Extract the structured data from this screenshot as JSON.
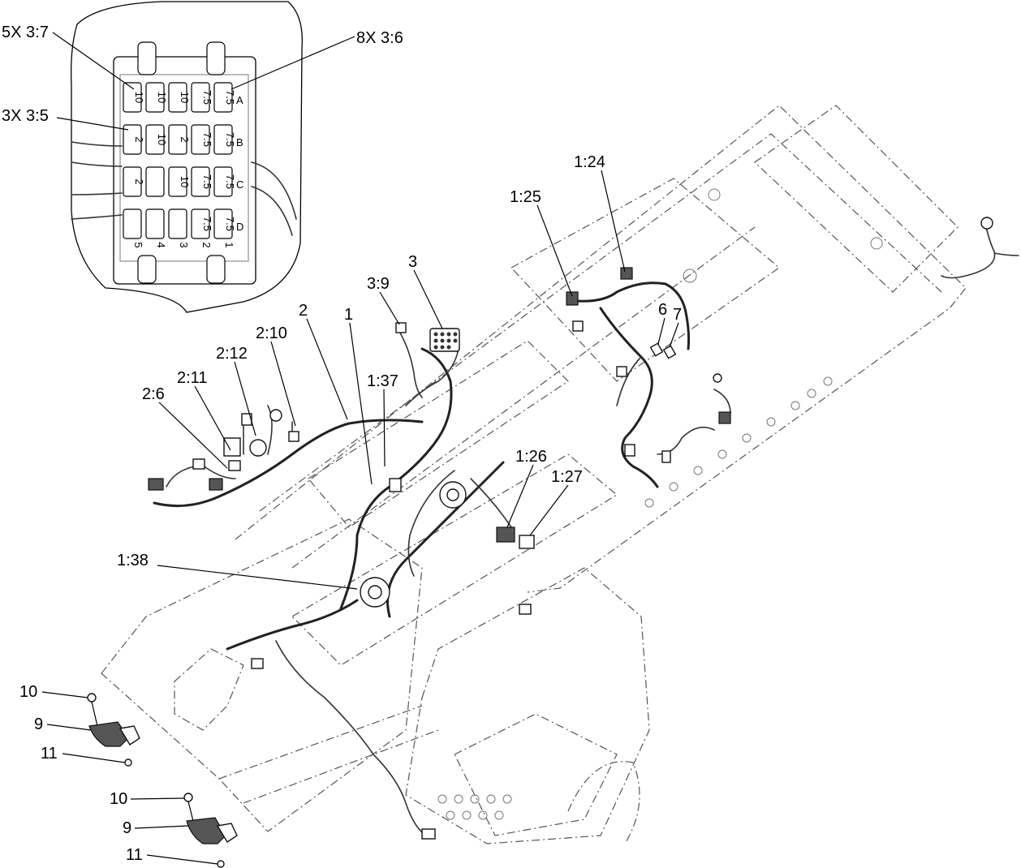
{
  "callouts": [
    {
      "id": "c-5x37",
      "text": "5X 3:7"
    },
    {
      "id": "c-8x36",
      "text": "8X 3:6"
    },
    {
      "id": "c-3x35",
      "text": "3X 3:5"
    },
    {
      "id": "c-1-24",
      "text": "1:24"
    },
    {
      "id": "c-1-25",
      "text": "1:25"
    },
    {
      "id": "c-3",
      "text": "3"
    },
    {
      "id": "c-3-9",
      "text": "3:9"
    },
    {
      "id": "c-2",
      "text": "2"
    },
    {
      "id": "c-1",
      "text": "1"
    },
    {
      "id": "c-2-10",
      "text": "2:10"
    },
    {
      "id": "c-2-12",
      "text": "2:12"
    },
    {
      "id": "c-2-11",
      "text": "2:11"
    },
    {
      "id": "c-2-6",
      "text": "2:6"
    },
    {
      "id": "c-1-37",
      "text": "1:37"
    },
    {
      "id": "c-6",
      "text": "6"
    },
    {
      "id": "c-7",
      "text": "7"
    },
    {
      "id": "c-1-26",
      "text": "1:26"
    },
    {
      "id": "c-1-27",
      "text": "1:27"
    },
    {
      "id": "c-1-38",
      "text": "1:38"
    },
    {
      "id": "c-10a",
      "text": "10"
    },
    {
      "id": "c-9a",
      "text": "9"
    },
    {
      "id": "c-11a",
      "text": "11"
    },
    {
      "id": "c-10b",
      "text": "10"
    },
    {
      "id": "c-9b",
      "text": "9"
    },
    {
      "id": "c-11b",
      "text": "11"
    }
  ],
  "fuse_block": {
    "rows": [
      "A",
      "B",
      "C",
      "D"
    ],
    "row_values": [
      [
        "10",
        "10",
        "10",
        "7.5",
        "7.5"
      ],
      [
        "2",
        "10",
        "2",
        "7.5",
        "7.5"
      ],
      [
        "2",
        "",
        "10",
        "7.5",
        "7.5"
      ],
      [
        "",
        "",
        "",
        "7.5",
        "7.5"
      ]
    ],
    "relay_numbers": [
      "5",
      "4",
      "3",
      "2",
      "1"
    ]
  },
  "colors": {
    "line": "#000000",
    "frame": "#555555",
    "background": "#ffffff"
  }
}
